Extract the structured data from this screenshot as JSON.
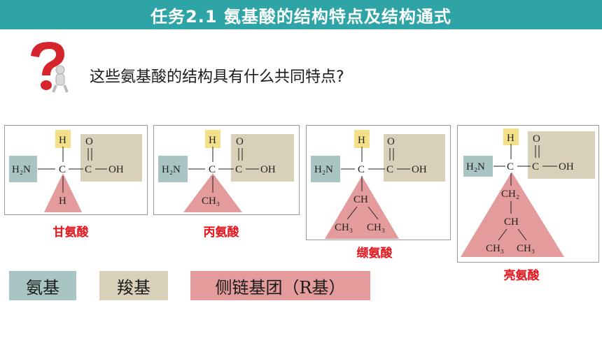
{
  "title": "任务2.1  氨基酸的结构特点及结构通式",
  "question": "这些氨基酸的结构具有什么共同特点?",
  "icon": "question-mark-figure-icon",
  "colors": {
    "title_bg": "#2fa4a6",
    "amino": "#a9c5c3",
    "carboxyl": "#d8d0b8",
    "side_chain": "#e39b9b",
    "hydrogen": "#f5e08a",
    "name_red": "#e8141c"
  },
  "amino_acids": [
    {
      "name": "甘氨酸"
    },
    {
      "name": "丙氨酸"
    },
    {
      "name": "缬氨酸"
    },
    {
      "name": "亮氨酸"
    }
  ],
  "formula": {
    "h": "H",
    "o": "O",
    "c": "C",
    "amine": "H₂N",
    "hydroxyl": "OH",
    "ch": "CH",
    "ch2": "CH₂",
    "ch3": "CH₃"
  },
  "legend": {
    "amino": "氨基",
    "carboxyl": "羧基",
    "side_chain": "侧链基团（R基）"
  }
}
